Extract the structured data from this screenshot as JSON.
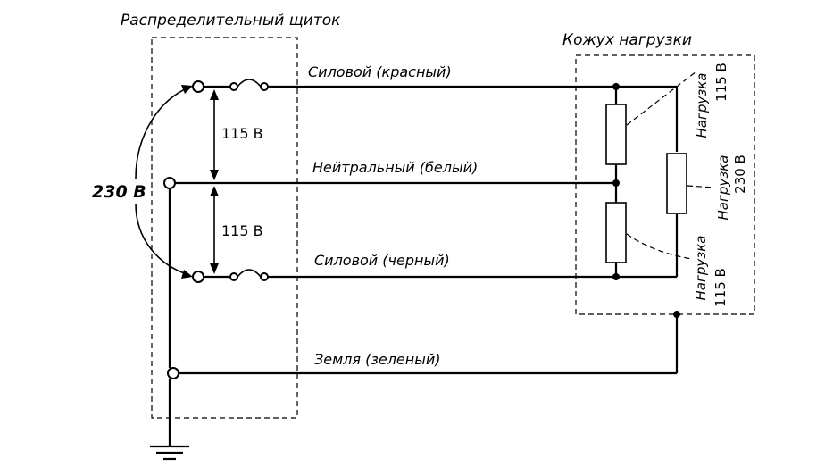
{
  "panel_label": "Распределительный щиток",
  "enclosure_label": "Кожух нагрузки",
  "wires": {
    "hot_red": "Силовой (красный)",
    "neutral_white": "Нейтральный (белый)",
    "hot_black": "Силовой (черный)",
    "ground_green": "Земля (зеленый)"
  },
  "voltages": {
    "top": "115 В",
    "bottom": "115 В",
    "total": "230 В"
  },
  "loads": {
    "upper": {
      "name": "Нагрузка",
      "voltage": "115 В"
    },
    "middle": {
      "name": "Нагрузка",
      "voltage": "230 В"
    },
    "lower": {
      "name": "Нагрузка",
      "voltage": "115 В"
    }
  }
}
